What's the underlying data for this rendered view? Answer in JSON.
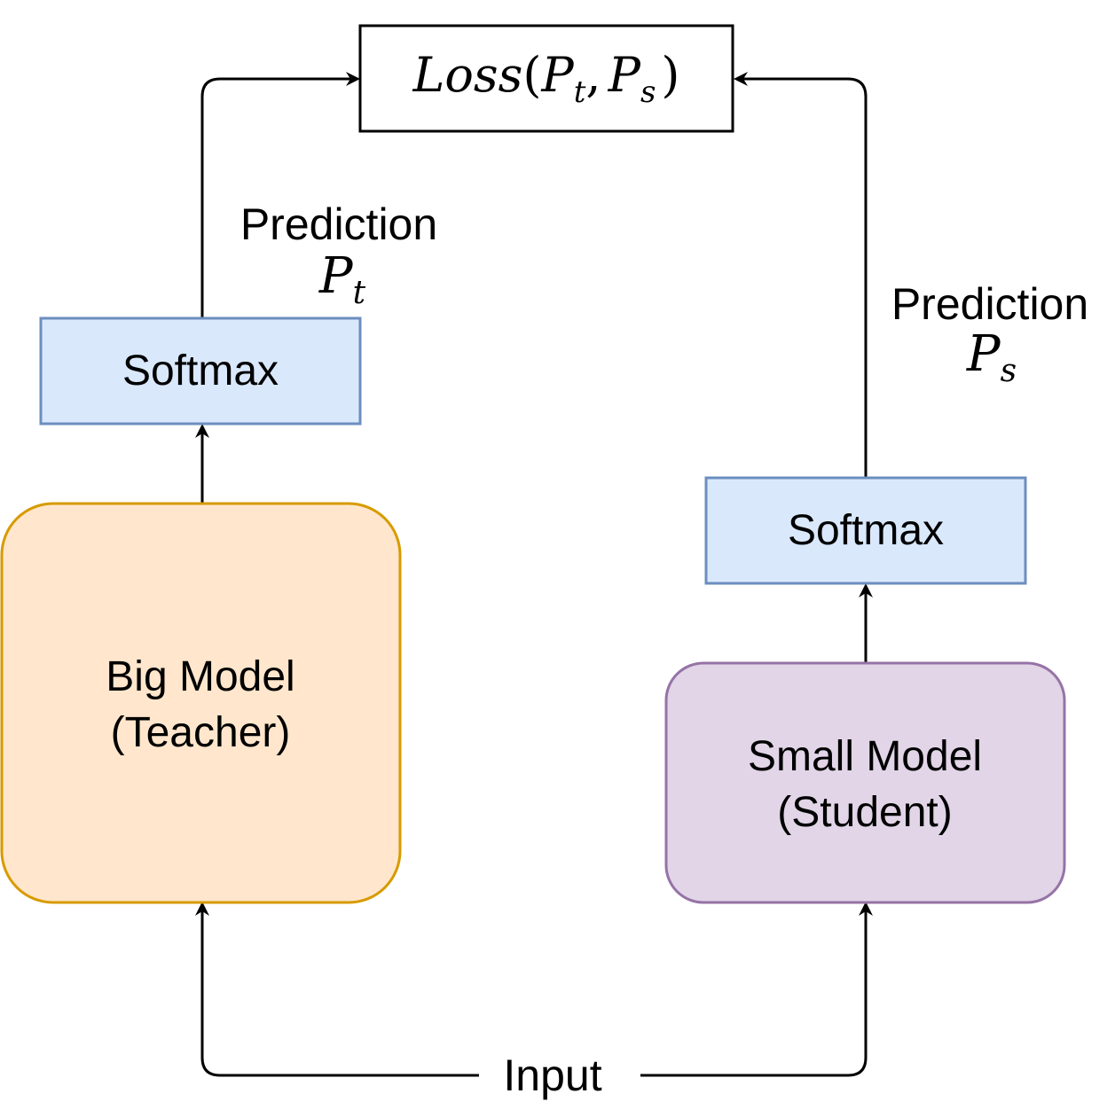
{
  "diagram": {
    "loss_box": {
      "func": "Loss",
      "open": "(",
      "p1": "P",
      "p1_sub": "t",
      "comma": ",",
      "p2": "P",
      "p2_sub": "s",
      "close": ")"
    },
    "teacher": {
      "softmax_label": "Softmax",
      "model_line1": "Big Model",
      "model_line2": "(Teacher)",
      "prediction_label": "Prediction",
      "prediction_symbol": "P",
      "prediction_sub": "t",
      "fill": "#ffe6cc",
      "stroke": "#d79b00"
    },
    "student": {
      "softmax_label": "Softmax",
      "model_line1": "Small Model",
      "model_line2": "(Student)",
      "prediction_label": "Prediction",
      "prediction_symbol": "P",
      "prediction_sub": "s",
      "fill": "#e1d5e7",
      "stroke": "#9673a6"
    },
    "softmax_style": {
      "fill": "#dae8fc",
      "stroke": "#6c8ebf"
    },
    "input_label": "Input"
  }
}
